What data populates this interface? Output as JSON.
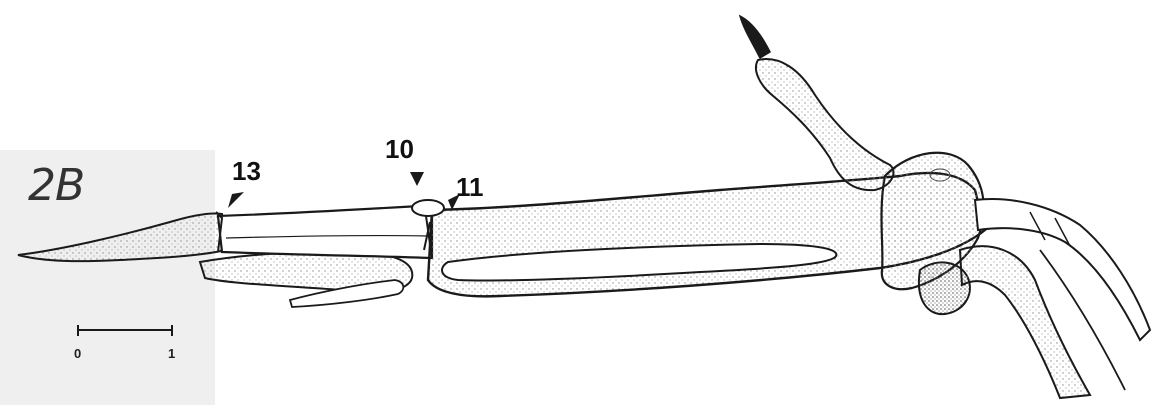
{
  "figure": {
    "panel_label": "2B",
    "callouts": [
      {
        "id": "13",
        "text": "13"
      },
      {
        "id": "10",
        "text": "10"
      },
      {
        "id": "11",
        "text": "11"
      }
    ],
    "scale_bar": {
      "start_label": "0",
      "end_label": "1"
    },
    "colors": {
      "ink": "#1a1a1a",
      "stipple": "#9a9a9a",
      "paper": "#ffffff"
    }
  }
}
